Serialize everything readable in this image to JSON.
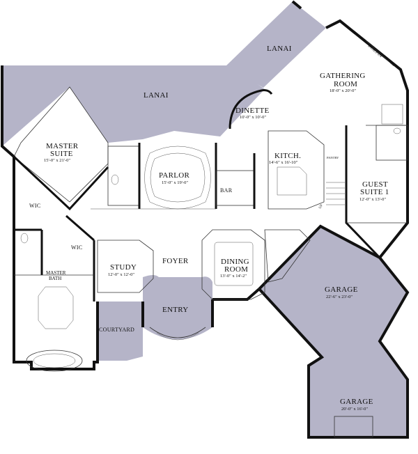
{
  "colors": {
    "exterior_fill": "#b5b4c8",
    "interior_fill": "#ffffff",
    "wall": "#111111",
    "detail_line": "#444444"
  },
  "rooms": {
    "lanai_upper": {
      "name": "LANAI"
    },
    "lanai_main": {
      "name": "LANAI"
    },
    "gathering_room": {
      "name": "GATHERING ROOM",
      "line1": "GATHERING",
      "line2": "ROOM",
      "dim": "18'-0\" x 20'-0\""
    },
    "built_in": {
      "label": "BUILT-IN"
    },
    "dinette": {
      "name": "DINETTE",
      "dim": "10'-0\" x 10'-0\""
    },
    "master_suite": {
      "line1": "MASTER",
      "line2": "SUITE",
      "dim": "15'-0\" x 21'-0\""
    },
    "parlor": {
      "name": "PARLOR",
      "dim": "15'-0\" x 19'-0\""
    },
    "kitchen": {
      "name": "KITCH.",
      "dim": "14'-6\" x 16'-10\""
    },
    "pantry": {
      "label": "PANTRY"
    },
    "bar": {
      "name": "BAR"
    },
    "guest_suite": {
      "line1": "GUEST",
      "line2": "SUITE 1",
      "dim": "12'-0\" x 13'-0\""
    },
    "wic_upper": {
      "name": "WIC"
    },
    "wic_lower": {
      "name": "WIC"
    },
    "study": {
      "name": "STUDY",
      "dim": "12'-0\" x 12'-0\""
    },
    "foyer": {
      "name": "FOYER"
    },
    "dining_room": {
      "line1": "DINING",
      "line2": "ROOM",
      "dim": "13'-0\" x 14'-2\""
    },
    "master_bath": {
      "line1": "MASTER",
      "line2": "BATH"
    },
    "entry": {
      "name": "ENTRY"
    },
    "courtyard": {
      "name": "COURTYARD"
    },
    "garage_main": {
      "name": "GARAGE",
      "dim": "22'-6\" x 23'-0\""
    },
    "garage_lower": {
      "name": "GARAGE",
      "dim": "20'-0\" x 16'-0\""
    },
    "stair_marker": {
      "label": "UP"
    }
  }
}
